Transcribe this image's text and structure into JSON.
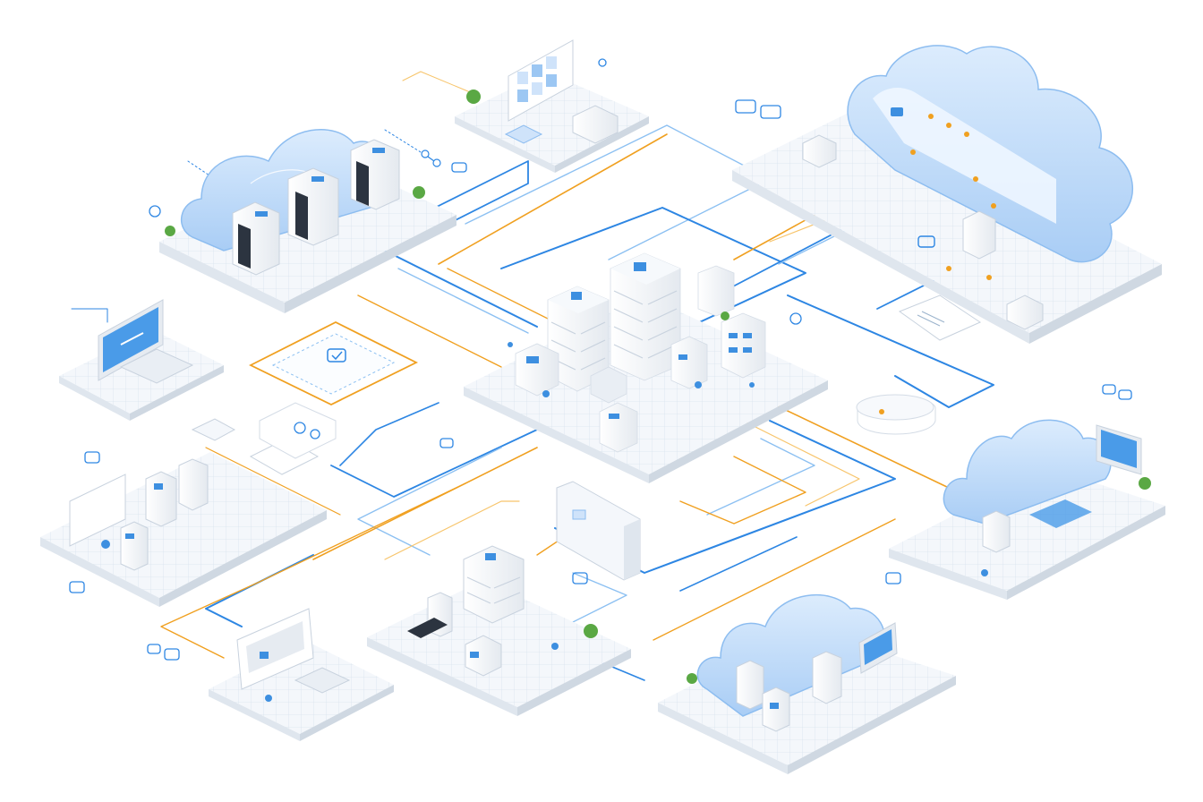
{
  "colors": {
    "background": "#ffffff",
    "platform_top": "#f4f7fb",
    "platform_grid": "#d9e3ee",
    "platform_side": "#dfe6ee",
    "cloud_fill": "#cfe3fa",
    "cloud_edge": "#8dbdf0",
    "building": "#ffffff",
    "building_shade": "#e6ebf1",
    "window": "#3d8fe0",
    "connector_blue": "#2d86e3",
    "connector_orange": "#f0a020",
    "tree": "#5aa844"
  },
  "nodes": [
    {
      "id": "central-city-hub",
      "icon": "city-buildings-icon",
      "kind": "hub"
    },
    {
      "id": "cloud-datacenter-topleft",
      "icon": "server-rack-icon",
      "kind": "cloud"
    },
    {
      "id": "display-wall-top",
      "icon": "display-wall-icon",
      "kind": "site"
    },
    {
      "id": "cloud-platform-topright",
      "icon": "cloud-icon",
      "kind": "cloud"
    },
    {
      "id": "monitor-workstation-left",
      "icon": "monitor-icon",
      "kind": "site"
    },
    {
      "id": "lab-facility-left",
      "icon": "lab-equipment-icon",
      "kind": "site"
    },
    {
      "id": "office-building-bottom",
      "icon": "office-building-icon",
      "kind": "site"
    },
    {
      "id": "workspace-bottomleft",
      "icon": "workstation-icon",
      "kind": "site"
    },
    {
      "id": "cloud-servers-bottom",
      "icon": "cloud-server-icon",
      "kind": "cloud"
    },
    {
      "id": "cloud-office-right",
      "icon": "cloud-office-icon",
      "kind": "cloud"
    },
    {
      "id": "router-device",
      "icon": "router-icon",
      "kind": "device"
    },
    {
      "id": "data-panel",
      "icon": "data-panel-icon",
      "kind": "device"
    }
  ],
  "icons": [
    "verified-shield-icon",
    "cloud-sync-icon",
    "network-nodes-icon",
    "chip-icon",
    "sensor-icon"
  ]
}
